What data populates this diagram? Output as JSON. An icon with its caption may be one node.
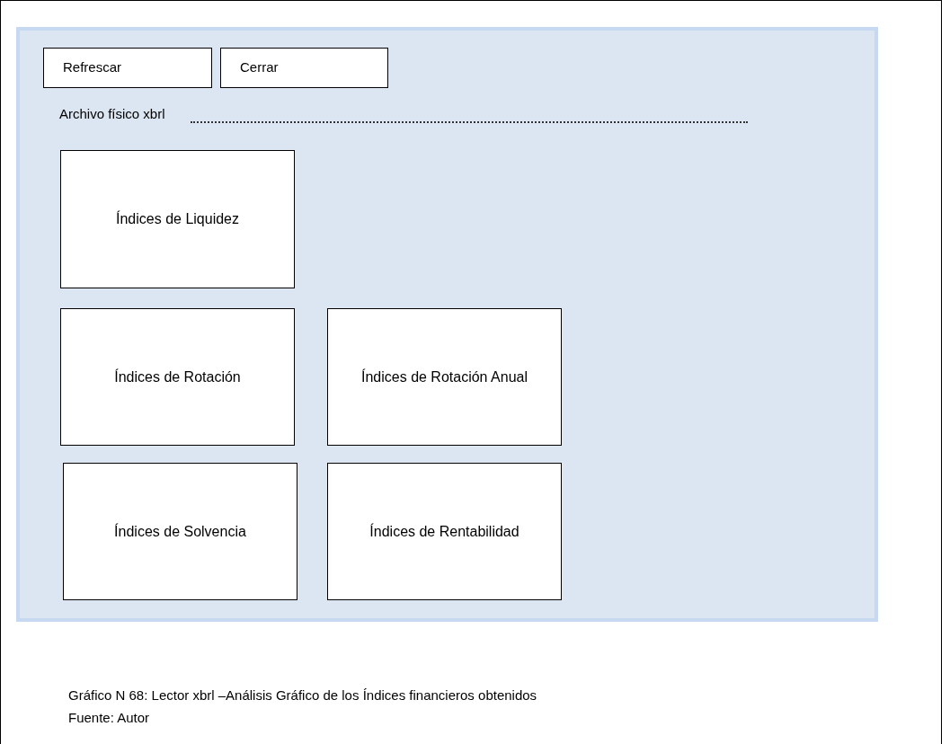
{
  "diagram": {
    "caption": "Gráfico N 68: Lector xbrl –Análisis Gráfico de los Índices financieros obtenidos",
    "nodes": [
      {
        "text": [],
        "shape": "box"
      },
      {
        "text": [
          "Refrescar"
        ],
        "in": 0
      },
      {
        "text": [
          "Cerrar"
        ],
        "in": 0
      },
      {
        "text": [
          "Índices de Liquidez"
        ],
        "in": 0
      },
      {
        "text": [
          "Índices de Rotación"
        ],
        "in": 0
      },
      {
        "text": [
          "Índices de Rotación Anual"
        ],
        "in": 0
      },
      {
        "text": [
          "Índices de Solvencia"
        ],
        "in": 0
      },
      {
        "text": [
          "Índices de Rentabilidad"
        ],
        "in": 0
      }
    ],
    "labels": [
      "Archivo físico xbrl",
      "Fuente: Autor"
    ]
  }
}
